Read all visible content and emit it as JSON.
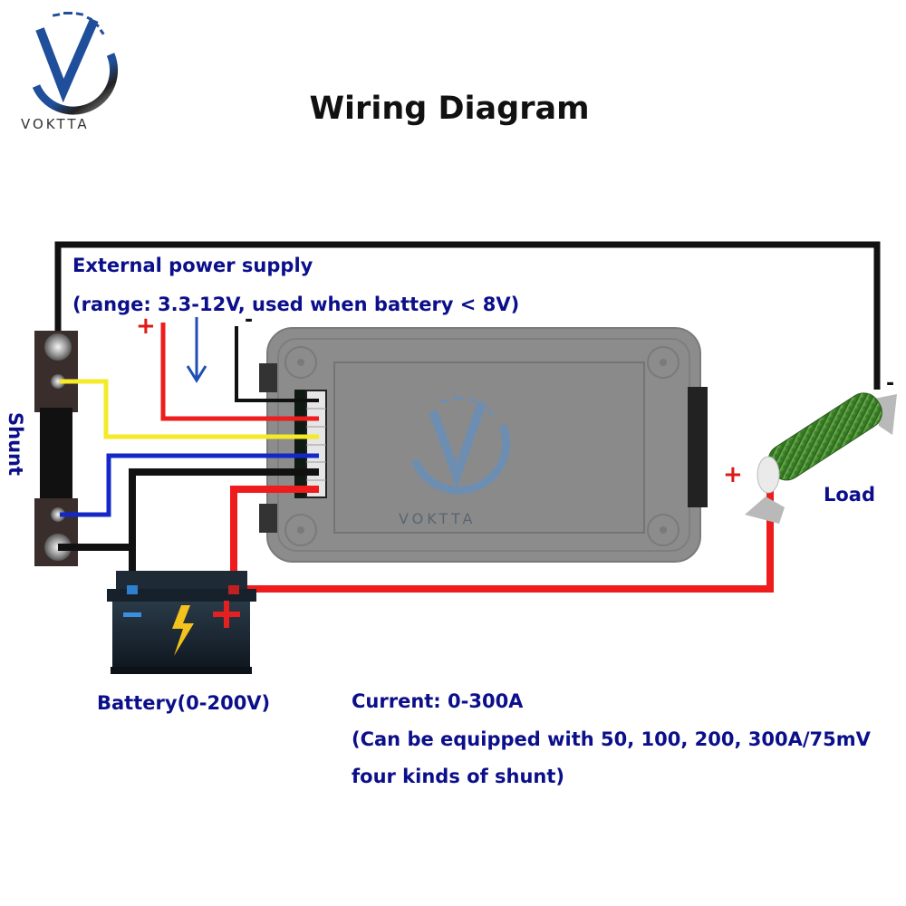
{
  "logo": {
    "brand_name": "VOKTTA",
    "colors": {
      "blue": "#1f4f9a",
      "gray": "#4a4a4a"
    }
  },
  "title": "Wiring Diagram",
  "labels": {
    "external_power_line1": "External power supply",
    "external_power_line2": "(range: 3.3-12V, used when battery < 8V)",
    "shunt": "Shunt",
    "load": "Load",
    "battery": "Battery(0-200V)",
    "current_line1": "Current: 0-300A",
    "current_line2": "(Can be equipped with 50, 100, 200, 300A/75mV",
    "current_line3": "four kinds of shunt)",
    "ext_plus": "+",
    "ext_minus": "-",
    "load_plus": "+",
    "load_minus": "-",
    "battery_plus": "+",
    "battery_minus": "−"
  },
  "meter": {
    "watermark_brand": "VOKTTA",
    "terminal_count": 6
  },
  "wires": [
    {
      "name": "ext-power-negative",
      "color": "black"
    },
    {
      "name": "ext-power-positive",
      "color": "red"
    },
    {
      "name": "shunt-sense-positive",
      "color": "yellow"
    },
    {
      "name": "shunt-sense-negative",
      "color": "blue"
    },
    {
      "name": "battery-negative",
      "color": "black"
    },
    {
      "name": "battery-positive",
      "color": "red"
    },
    {
      "name": "load-return",
      "color": "black"
    }
  ],
  "colors": {
    "label_text": "#0b0f8a",
    "wire_red": "#ee1c1c",
    "wire_yellow": "#f5ea2a",
    "wire_blue": "#1428c8",
    "wire_black": "#111111",
    "meter_body": "#8c8c8c",
    "resistor_green": "#3f8a2c"
  }
}
